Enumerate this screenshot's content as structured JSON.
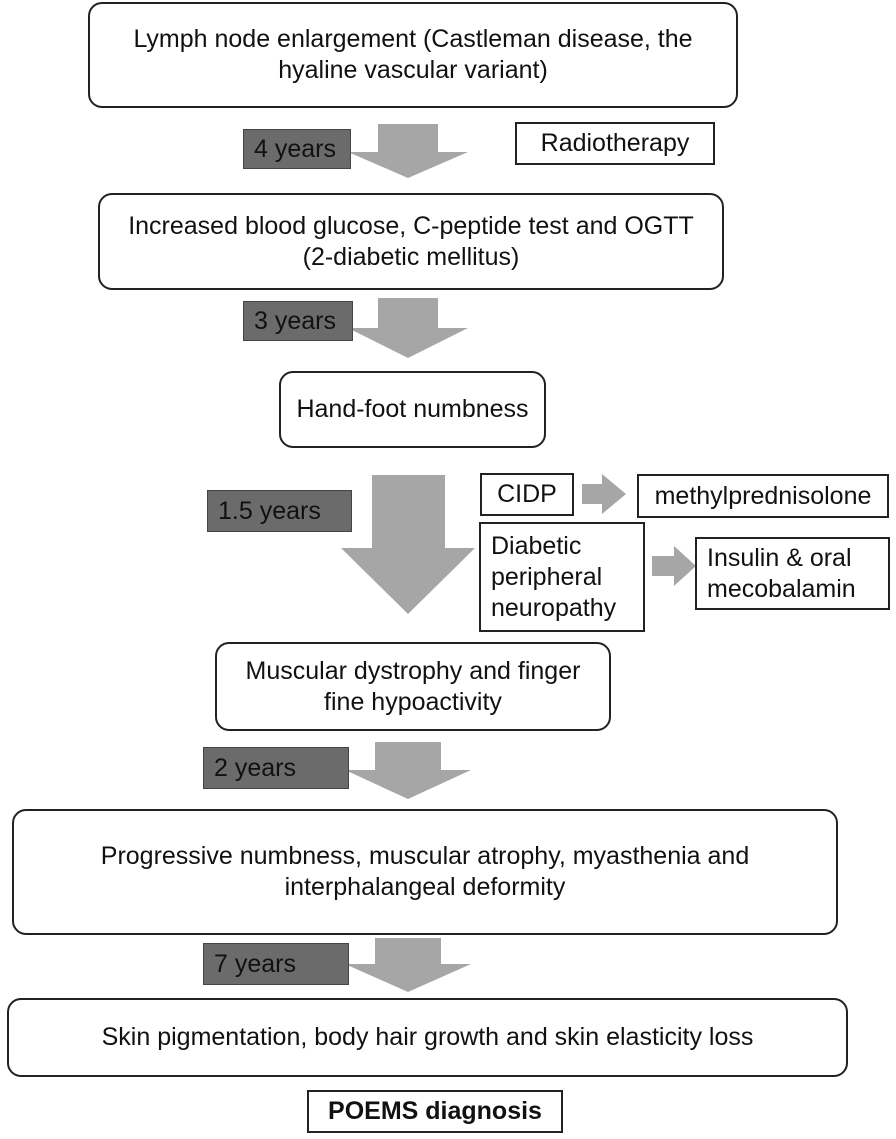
{
  "boxes": {
    "lymph": "Lymph node enlargement (Castleman disease, the\nhyaline vascular variant)",
    "radiotherapy": "Radiotherapy",
    "glucose": "Increased blood glucose, C-peptide test and OGTT\n(2-diabetic mellitus)",
    "numbness": "Hand-foot numbness",
    "cidp": "CIDP",
    "methyl": "methylprednisolone",
    "diabetic_neuro": "Diabetic\nperipheral\nneuropathy",
    "insulin": "Insulin & oral\nmecobalamin",
    "dystrophy": "Muscular dystrophy and finger\nfine hypoactivity",
    "progressive": "Progressive numbness, muscular atrophy, myasthenia and\ninterphalangeal deformity",
    "skin": "Skin pigmentation, body hair growth and skin elasticity loss",
    "poems": "POEMS diagnosis"
  },
  "durations": {
    "d1": "4 years",
    "d2": "3 years",
    "d3": "1.5 years",
    "d4": "2 years",
    "d5": "7 years"
  },
  "colors": {
    "arrow": "#a6a6a6",
    "duration_fill": "#6b6b6b",
    "border": "#222222"
  }
}
